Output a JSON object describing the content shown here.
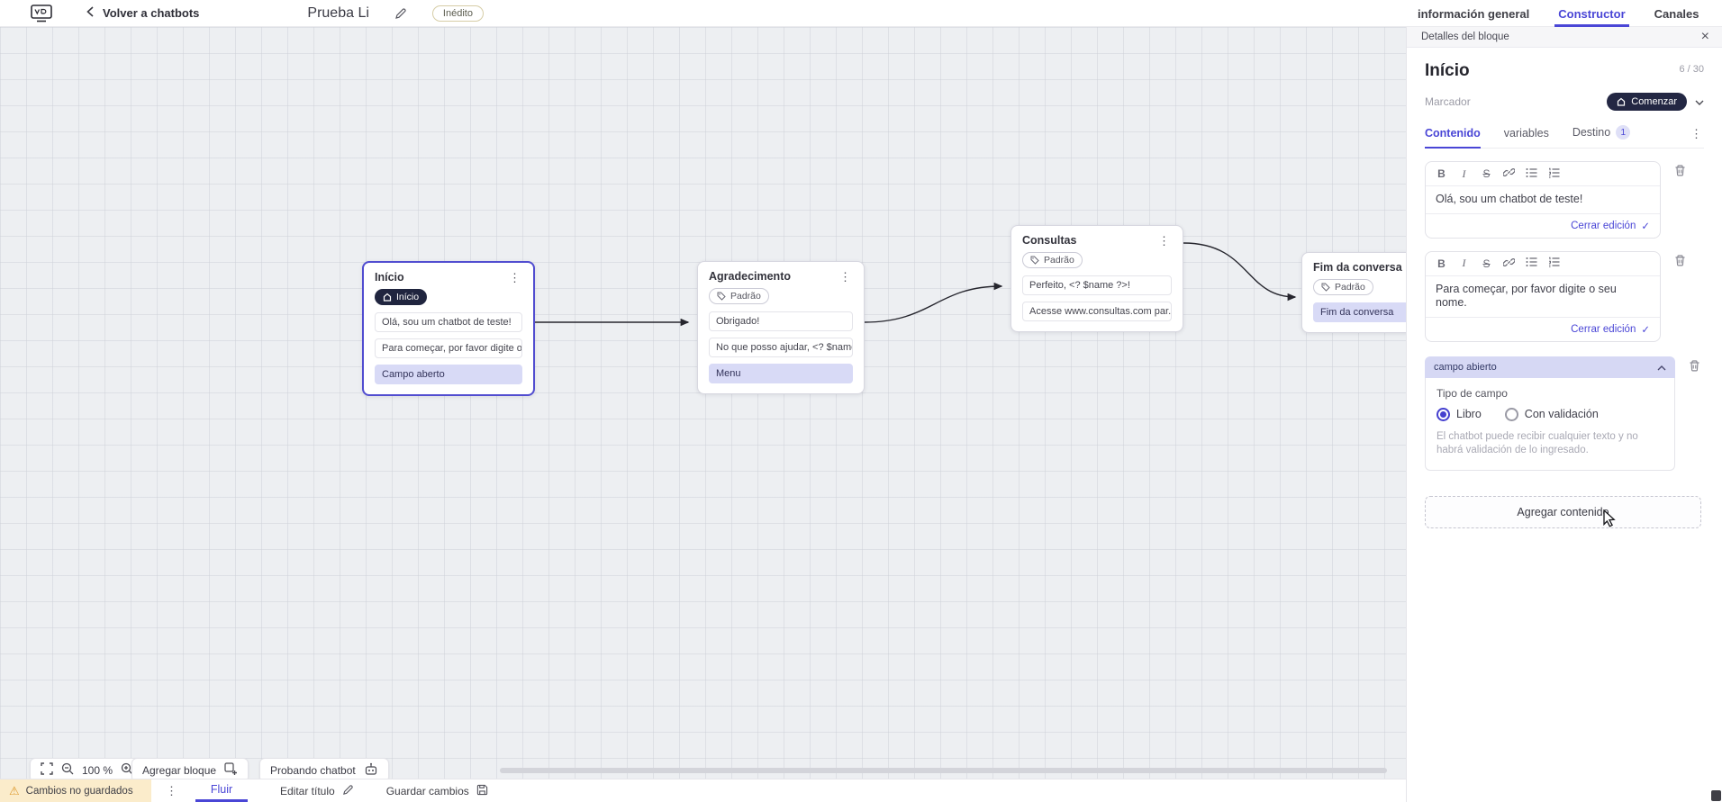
{
  "topbar": {
    "back_label": "Volver a chatbots",
    "title": "Prueba Li",
    "status_badge": "Inédito",
    "tabs": [
      {
        "label": "información general"
      },
      {
        "label": "Constructor"
      },
      {
        "label": "Canales"
      }
    ]
  },
  "canvas": {
    "nodes": [
      {
        "title": "Início",
        "badge": "Início",
        "rows": [
          {
            "text": "Olá, sou um chatbot de teste!"
          },
          {
            "text": "Para começar, por favor digite o ..."
          },
          {
            "text": "Campo aberto"
          }
        ]
      },
      {
        "title": "Agradecimento",
        "badge": "Padrão",
        "rows": [
          {
            "text": "Obrigado!"
          },
          {
            "text": "No que posso ajudar, <? $name ..."
          },
          {
            "text": "Menu"
          }
        ]
      },
      {
        "title": "Consultas",
        "badge": "Padrão",
        "rows": [
          {
            "text": "Perfeito, <? $name ?>!"
          },
          {
            "text": "Acesse www.consultas.com par..."
          }
        ]
      },
      {
        "title": "Fim da conversa",
        "badge": "Padrão",
        "rows": [
          {
            "text": "Fim da conversa"
          }
        ]
      }
    ],
    "controls": {
      "zoom_level": "100 %",
      "add_block": "Agregar bloque",
      "test_chatbot": "Probando chatbot"
    }
  },
  "bottombar": {
    "unsaved": "Cambios no guardados",
    "flow_tab": "Fluir",
    "edit_title": "Editar título",
    "save": "Guardar cambios"
  },
  "panel": {
    "header_title": "Detalles del bloque",
    "block_name": "Início",
    "char_counter": "6 / 30",
    "marker_label": "Marcador",
    "marker_value": "Comenzar",
    "tabs": [
      {
        "label": "Contenido"
      },
      {
        "label": "variables"
      },
      {
        "label": "Destino",
        "badge": "1"
      }
    ],
    "editors": [
      {
        "text": "Olá, sou um chatbot de teste!",
        "close_label": "Cerrar edición"
      },
      {
        "text": "Para começar, por favor digite o seu nome.",
        "close_label": "Cerrar edición"
      }
    ],
    "open_field": {
      "title": "campo abierto",
      "type_label": "Tipo de campo",
      "option_free": "Libro",
      "option_validated": "Con validación",
      "help_text": "El chatbot puede recibir cualquier texto y no habrá validación de lo ingresado."
    },
    "add_content_label": "Agregar contenido"
  }
}
